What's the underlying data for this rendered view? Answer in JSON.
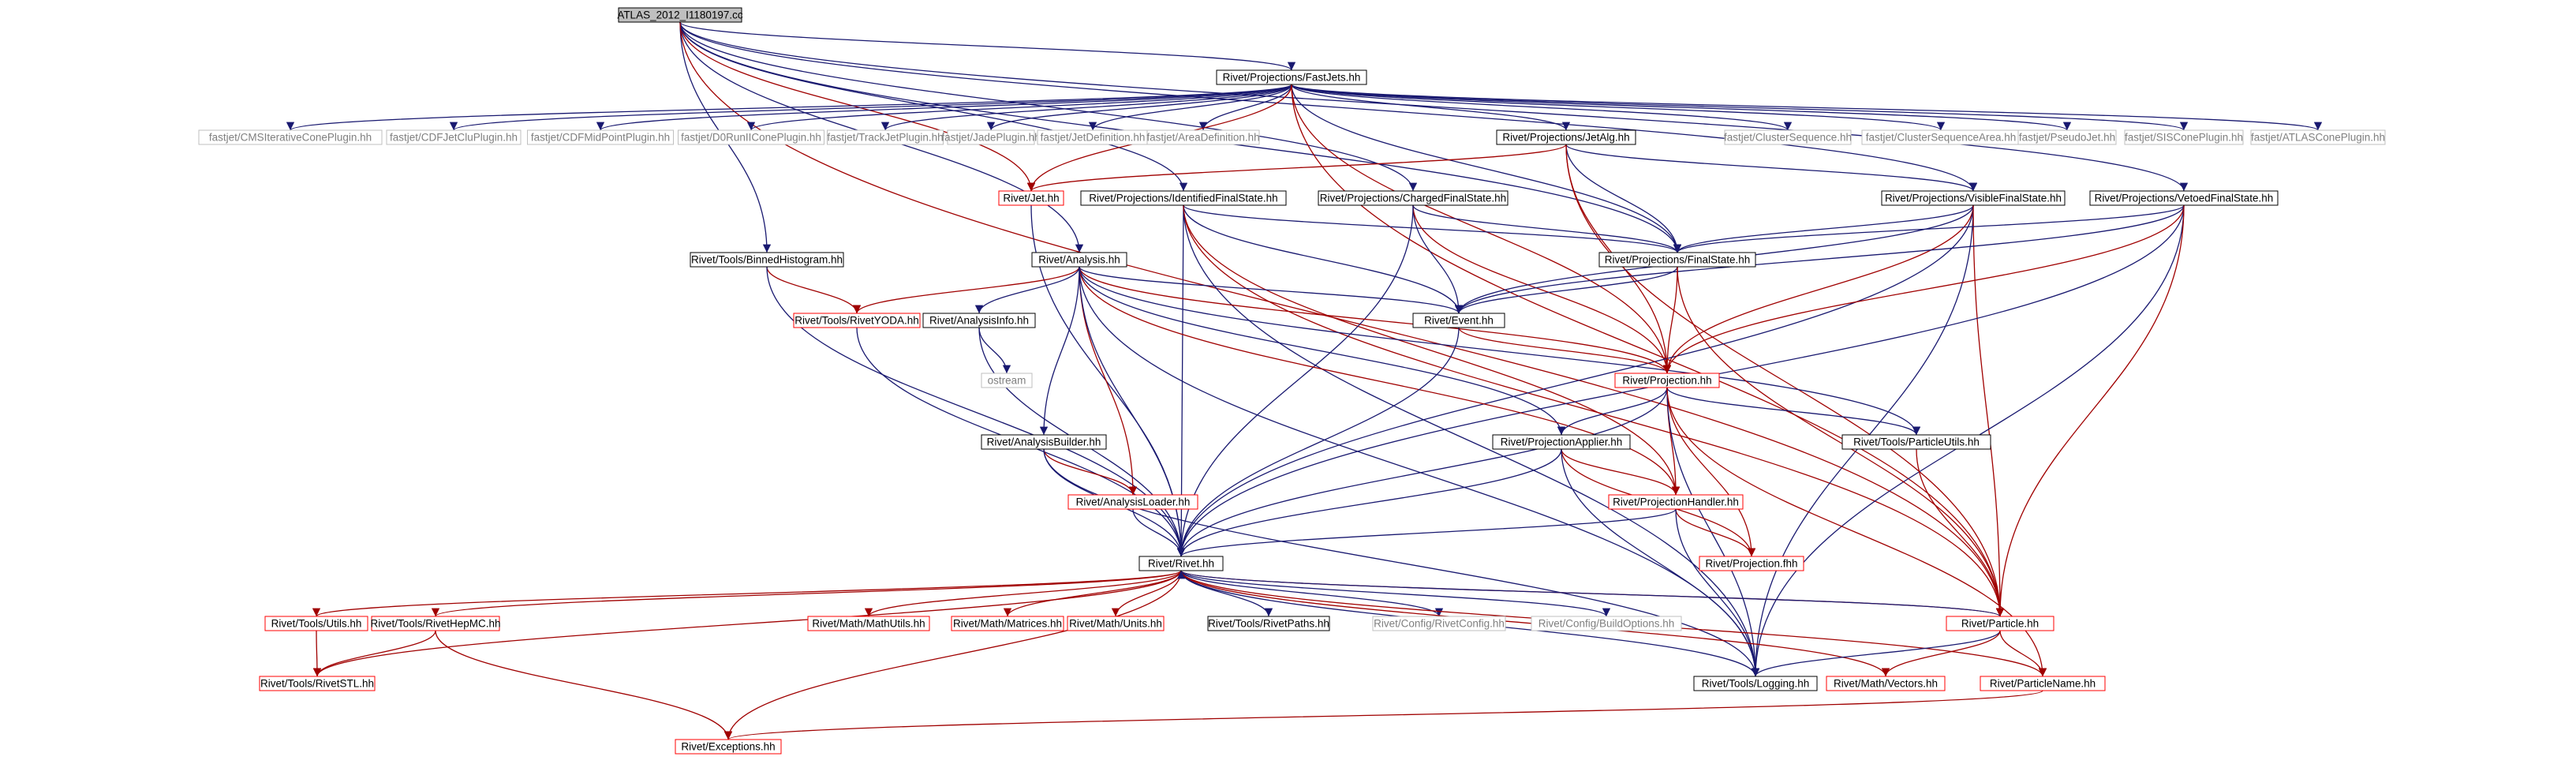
{
  "diagram": {
    "root": "ATLAS_2012_I1180197.cc",
    "nodes": [
      {
        "id": "root",
        "label": "ATLAS_2012_I1180197.cc",
        "style": "root"
      },
      {
        "id": "fastjets",
        "label": "Rivet/Projections/FastJets.hh",
        "style": "black"
      },
      {
        "id": "cmsit",
        "label": "fastjet/CMSIterativeConePlugin.hh",
        "style": "gray"
      },
      {
        "id": "cdfjetclu",
        "label": "fastjet/CDFJetCluPlugin.hh",
        "style": "gray"
      },
      {
        "id": "cdfmid",
        "label": "fastjet/CDFMidPointPlugin.hh",
        "style": "gray"
      },
      {
        "id": "d0run",
        "label": "fastjet/D0RunIIConePlugin.hh",
        "style": "gray"
      },
      {
        "id": "trackjet",
        "label": "fastjet/TrackJetPlugin.hh",
        "style": "gray"
      },
      {
        "id": "jade",
        "label": "fastjet/JadePlugin.hh",
        "style": "gray"
      },
      {
        "id": "jetdef",
        "label": "fastjet/JetDefinition.hh",
        "style": "gray"
      },
      {
        "id": "areadef",
        "label": "fastjet/AreaDefinition.hh",
        "style": "gray"
      },
      {
        "id": "jetalg",
        "label": "Rivet/Projections/JetAlg.hh",
        "style": "black"
      },
      {
        "id": "clseq",
        "label": "fastjet/ClusterSequence.hh",
        "style": "gray"
      },
      {
        "id": "clseqarea",
        "label": "fastjet/ClusterSequenceArea.hh",
        "style": "gray"
      },
      {
        "id": "pseudojet",
        "label": "fastjet/PseudoJet.hh",
        "style": "gray"
      },
      {
        "id": "siscone",
        "label": "fastjet/SISConePlugin.hh",
        "style": "gray"
      },
      {
        "id": "atlascone",
        "label": "fastjet/ATLASConePlugin.hh",
        "style": "gray"
      },
      {
        "id": "jet",
        "label": "Rivet/Jet.hh",
        "style": "red"
      },
      {
        "id": "idfs",
        "label": "Rivet/Projections/IdentifiedFinalState.hh",
        "style": "black"
      },
      {
        "id": "chfs",
        "label": "Rivet/Projections/ChargedFinalState.hh",
        "style": "black"
      },
      {
        "id": "visfs",
        "label": "Rivet/Projections/VisibleFinalState.hh",
        "style": "black"
      },
      {
        "id": "vetofs",
        "label": "Rivet/Projections/VetoedFinalState.hh",
        "style": "black"
      },
      {
        "id": "binhist",
        "label": "Rivet/Tools/BinnedHistogram.hh",
        "style": "black"
      },
      {
        "id": "analysis",
        "label": "Rivet/Analysis.hh",
        "style": "black"
      },
      {
        "id": "fs",
        "label": "Rivet/Projections/FinalState.hh",
        "style": "black"
      },
      {
        "id": "yoda",
        "label": "Rivet/Tools/RivetYODA.hh",
        "style": "red"
      },
      {
        "id": "anainfo",
        "label": "Rivet/AnalysisInfo.hh",
        "style": "black"
      },
      {
        "id": "event",
        "label": "Rivet/Event.hh",
        "style": "black"
      },
      {
        "id": "ostream",
        "label": "ostream",
        "style": "gray"
      },
      {
        "id": "projection",
        "label": "Rivet/Projection.hh",
        "style": "red"
      },
      {
        "id": "anabuilder",
        "label": "Rivet/AnalysisBuilder.hh",
        "style": "black"
      },
      {
        "id": "projapplier",
        "label": "Rivet/ProjectionApplier.hh",
        "style": "black"
      },
      {
        "id": "partutils",
        "label": "Rivet/Tools/ParticleUtils.hh",
        "style": "black"
      },
      {
        "id": "analoader",
        "label": "Rivet/AnalysisLoader.hh",
        "style": "red"
      },
      {
        "id": "projhandler",
        "label": "Rivet/ProjectionHandler.hh",
        "style": "red"
      },
      {
        "id": "rivet",
        "label": "Rivet/Rivet.hh",
        "style": "black"
      },
      {
        "id": "projfhh",
        "label": "Rivet/Projection.fhh",
        "style": "red"
      },
      {
        "id": "utils",
        "label": "Rivet/Tools/Utils.hh",
        "style": "red"
      },
      {
        "id": "hepmc",
        "label": "Rivet/Tools/RivetHepMC.hh",
        "style": "red"
      },
      {
        "id": "mathutils",
        "label": "Rivet/Math/MathUtils.hh",
        "style": "red"
      },
      {
        "id": "matrices",
        "label": "Rivet/Math/Matrices.hh",
        "style": "red"
      },
      {
        "id": "units",
        "label": "Rivet/Math/Units.hh",
        "style": "red"
      },
      {
        "id": "rivetpaths",
        "label": "Rivet/Tools/RivetPaths.hh",
        "style": "black"
      },
      {
        "id": "rivetconfig",
        "label": "Rivet/Config/RivetConfig.hh",
        "style": "gray"
      },
      {
        "id": "buildopts",
        "label": "Rivet/Config/BuildOptions.hh",
        "style": "gray"
      },
      {
        "id": "particle",
        "label": "Rivet/Particle.hh",
        "style": "red"
      },
      {
        "id": "stl",
        "label": "Rivet/Tools/RivetSTL.hh",
        "style": "red"
      },
      {
        "id": "logging",
        "label": "Rivet/Tools/Logging.hh",
        "style": "black"
      },
      {
        "id": "vectors",
        "label": "Rivet/Math/Vectors.hh",
        "style": "red"
      },
      {
        "id": "pname",
        "label": "Rivet/ParticleName.hh",
        "style": "red"
      },
      {
        "id": "exceptions",
        "label": "Rivet/Exceptions.hh",
        "style": "red"
      }
    ],
    "edges": [
      [
        "root",
        "fastjets"
      ],
      [
        "root",
        "jet"
      ],
      [
        "root",
        "idfs"
      ],
      [
        "root",
        "chfs"
      ],
      [
        "root",
        "visfs"
      ],
      [
        "root",
        "vetofs"
      ],
      [
        "root",
        "binhist"
      ],
      [
        "root",
        "analysis"
      ],
      [
        "root",
        "fs"
      ],
      [
        "root",
        "particle"
      ],
      [
        "fastjets",
        "cmsit"
      ],
      [
        "fastjets",
        "cdfjetclu"
      ],
      [
        "fastjets",
        "cdfmid"
      ],
      [
        "fastjets",
        "d0run"
      ],
      [
        "fastjets",
        "trackjet"
      ],
      [
        "fastjets",
        "jade"
      ],
      [
        "fastjets",
        "jetdef"
      ],
      [
        "fastjets",
        "areadef"
      ],
      [
        "fastjets",
        "jetalg"
      ],
      [
        "fastjets",
        "clseq"
      ],
      [
        "fastjets",
        "clseqarea"
      ],
      [
        "fastjets",
        "pseudojet"
      ],
      [
        "fastjets",
        "siscone"
      ],
      [
        "fastjets",
        "atlascone"
      ],
      [
        "fastjets",
        "jet"
      ],
      [
        "fastjets",
        "fs"
      ],
      [
        "fastjets",
        "projection"
      ],
      [
        "fastjets",
        "particle"
      ],
      [
        "jetalg",
        "jet"
      ],
      [
        "jetalg",
        "visfs"
      ],
      [
        "jetalg",
        "fs"
      ],
      [
        "jetalg",
        "projection"
      ],
      [
        "jetalg",
        "particle"
      ],
      [
        "jet",
        "rivet"
      ],
      [
        "idfs",
        "fs"
      ],
      [
        "idfs",
        "event"
      ],
      [
        "idfs",
        "particle"
      ],
      [
        "idfs",
        "rivet"
      ],
      [
        "idfs",
        "logging"
      ],
      [
        "idfs",
        "projhandler"
      ],
      [
        "chfs",
        "fs"
      ],
      [
        "chfs",
        "event"
      ],
      [
        "chfs",
        "projection"
      ],
      [
        "chfs",
        "rivet"
      ],
      [
        "visfs",
        "fs"
      ],
      [
        "visfs",
        "event"
      ],
      [
        "visfs",
        "projection"
      ],
      [
        "visfs",
        "rivet"
      ],
      [
        "visfs",
        "logging"
      ],
      [
        "visfs",
        "particle"
      ],
      [
        "vetofs",
        "fs"
      ],
      [
        "vetofs",
        "event"
      ],
      [
        "vetofs",
        "projection"
      ],
      [
        "vetofs",
        "rivet"
      ],
      [
        "vetofs",
        "logging"
      ],
      [
        "vetofs",
        "particle"
      ],
      [
        "binhist",
        "yoda"
      ],
      [
        "binhist",
        "rivet"
      ],
      [
        "analysis",
        "yoda"
      ],
      [
        "analysis",
        "anainfo"
      ],
      [
        "analysis",
        "event"
      ],
      [
        "analysis",
        "projection"
      ],
      [
        "analysis",
        "anabuilder"
      ],
      [
        "analysis",
        "analoader"
      ],
      [
        "analysis",
        "projapplier"
      ],
      [
        "analysis",
        "projhandler"
      ],
      [
        "analysis",
        "partutils"
      ],
      [
        "analysis",
        "rivet"
      ],
      [
        "analysis",
        "logging"
      ],
      [
        "fs",
        "event"
      ],
      [
        "fs",
        "projection"
      ],
      [
        "fs",
        "particle"
      ],
      [
        "yoda",
        "rivet"
      ],
      [
        "anainfo",
        "ostream"
      ],
      [
        "anainfo",
        "rivet"
      ],
      [
        "event",
        "projection"
      ],
      [
        "event",
        "rivet"
      ],
      [
        "projection",
        "projapplier"
      ],
      [
        "projection",
        "projhandler"
      ],
      [
        "projection",
        "projfhh"
      ],
      [
        "projection",
        "partutils"
      ],
      [
        "projection",
        "rivet"
      ],
      [
        "projection",
        "logging"
      ],
      [
        "projection",
        "pname"
      ],
      [
        "anabuilder",
        "analoader"
      ],
      [
        "anabuilder",
        "rivet"
      ],
      [
        "anabuilder",
        "logging"
      ],
      [
        "projapplier",
        "projhandler"
      ],
      [
        "projapplier",
        "projfhh"
      ],
      [
        "projapplier",
        "rivet"
      ],
      [
        "projapplier",
        "logging"
      ],
      [
        "partutils",
        "particle"
      ],
      [
        "analoader",
        "rivet"
      ],
      [
        "projhandler",
        "projfhh"
      ],
      [
        "projhandler",
        "rivet"
      ],
      [
        "projhandler",
        "logging"
      ],
      [
        "rivet",
        "utils"
      ],
      [
        "rivet",
        "hepmc"
      ],
      [
        "rivet",
        "mathutils"
      ],
      [
        "rivet",
        "matrices"
      ],
      [
        "rivet",
        "units"
      ],
      [
        "rivet",
        "rivetpaths"
      ],
      [
        "rivet",
        "rivetconfig"
      ],
      [
        "rivet",
        "buildopts"
      ],
      [
        "rivet",
        "particle"
      ],
      [
        "rivet",
        "stl"
      ],
      [
        "rivet",
        "logging"
      ],
      [
        "rivet",
        "vectors"
      ],
      [
        "rivet",
        "pname"
      ],
      [
        "rivet",
        "exceptions"
      ],
      [
        "utils",
        "stl"
      ],
      [
        "hepmc",
        "stl"
      ],
      [
        "hepmc",
        "exceptions"
      ],
      [
        "particle",
        "rivet"
      ],
      [
        "particle",
        "logging"
      ],
      [
        "particle",
        "vectors"
      ],
      [
        "particle",
        "pname"
      ],
      [
        "pname",
        "exceptions"
      ]
    ]
  }
}
